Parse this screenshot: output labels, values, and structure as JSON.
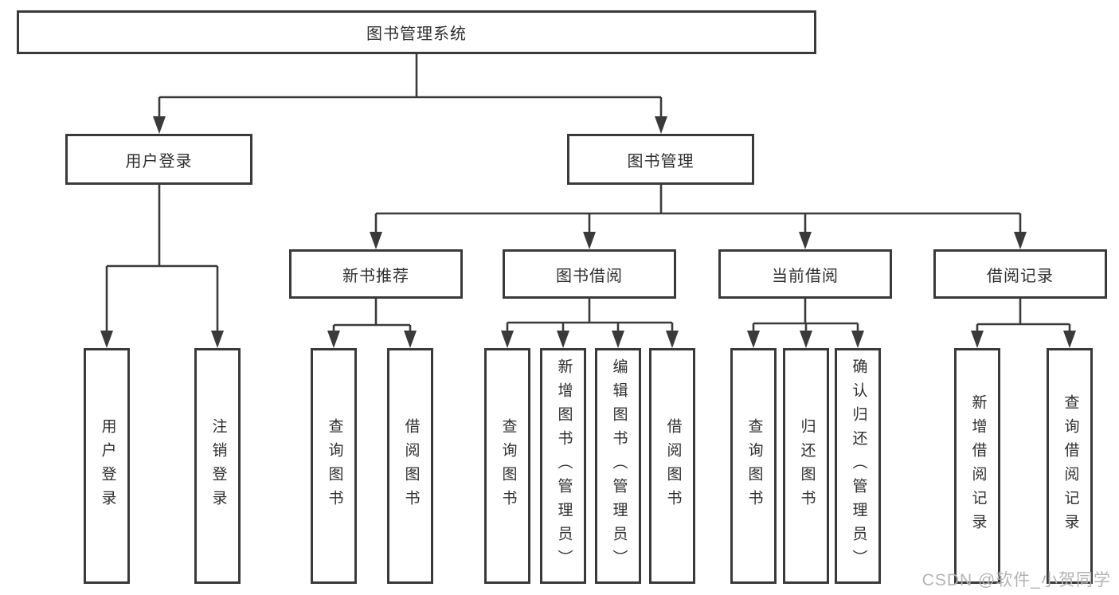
{
  "colors": {
    "background": "#ffffff",
    "line": "#3a3a3a",
    "box_border": "#3a3a3a",
    "box_fill": "#ffffff",
    "text": "#2f2f2f",
    "watermark": "#b3b3b3"
  },
  "tree": {
    "label": "图书管理系统",
    "children": [
      {
        "label": "用户登录",
        "children": [
          {
            "label": "用户登录"
          },
          {
            "label": "注销登录"
          }
        ]
      },
      {
        "label": "图书管理",
        "children": [
          {
            "label": "新书推荐",
            "children": [
              {
                "label": "查询图书"
              },
              {
                "label": "借阅图书"
              }
            ]
          },
          {
            "label": "图书借阅",
            "children": [
              {
                "label": "查询图书"
              },
              {
                "label": "新增图书（管理员）"
              },
              {
                "label": "编辑图书（管理员）"
              },
              {
                "label": "借阅图书"
              }
            ]
          },
          {
            "label": "当前借阅",
            "children": [
              {
                "label": "查询图书"
              },
              {
                "label": "归还图书"
              },
              {
                "label": "确认归还（管理员）"
              }
            ]
          },
          {
            "label": "借阅记录",
            "children": [
              {
                "label": "新增借阅记录"
              },
              {
                "label": "查询借阅记录"
              }
            ]
          }
        ]
      }
    ]
  },
  "watermark": {
    "text": "CSDN @软件_小贺同学"
  }
}
